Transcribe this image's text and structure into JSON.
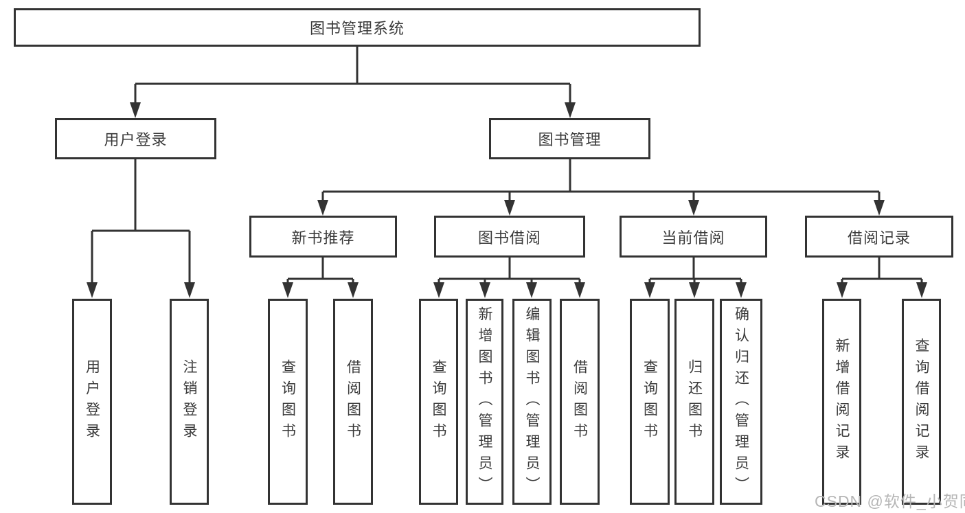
{
  "diagram": {
    "root": {
      "label": "图书管理系统",
      "children": [
        {
          "label": "用户登录",
          "children": [
            {
              "label": "用户登录"
            },
            {
              "label": "注销登录"
            }
          ]
        },
        {
          "label": "图书管理",
          "children": [
            {
              "label": "新书推荐",
              "children": [
                {
                  "label": "查询图书"
                },
                {
                  "label": "借阅图书"
                }
              ]
            },
            {
              "label": "图书借阅",
              "children": [
                {
                  "label": "查询图书"
                },
                {
                  "label": "新增图书（管理员）"
                },
                {
                  "label": "编辑图书（管理员）"
                },
                {
                  "label": "借阅图书"
                }
              ]
            },
            {
              "label": "当前借阅",
              "children": [
                {
                  "label": "查询图书"
                },
                {
                  "label": "归还图书"
                },
                {
                  "label": "确认归还（管理员）"
                }
              ]
            },
            {
              "label": "借阅记录",
              "children": [
                {
                  "label": "新增借阅记录"
                },
                {
                  "label": "查询借阅记录"
                }
              ]
            }
          ]
        }
      ]
    }
  },
  "watermark": {
    "text": "CSDN @软件_小贺同学"
  },
  "colors": {
    "line": "#333333",
    "node_border": "#333333",
    "node_background": "#ffffff",
    "text": "#3a3a3a",
    "watermark": "#b5b5b5",
    "page_background": "#ffffff"
  }
}
